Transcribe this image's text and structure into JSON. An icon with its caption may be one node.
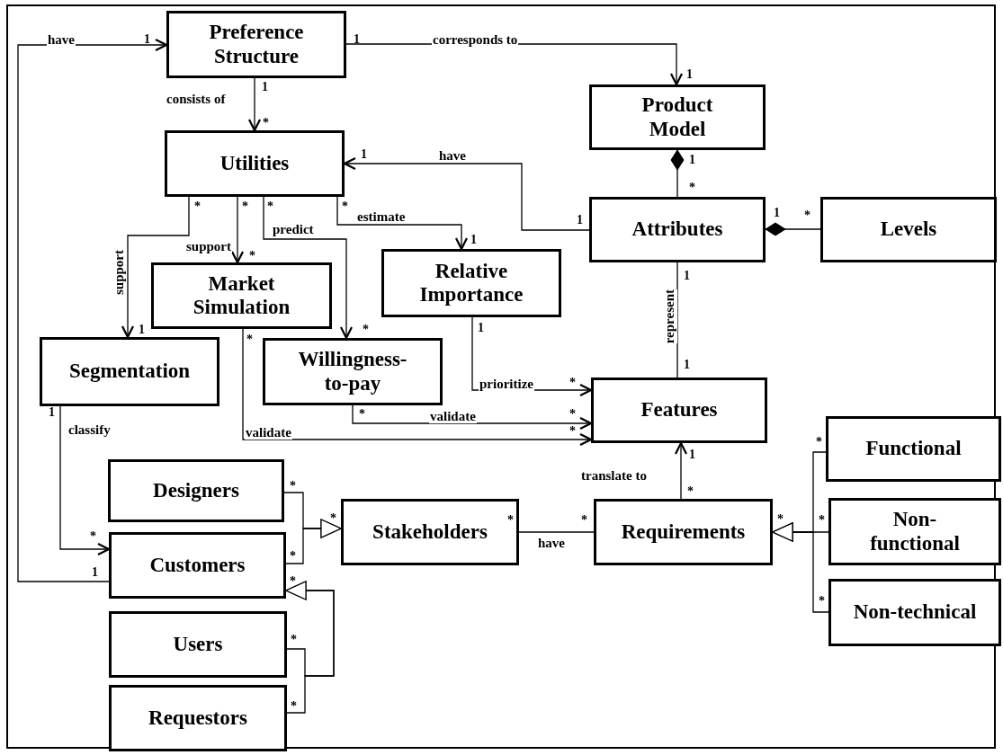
{
  "diagram": {
    "nodes": [
      {
        "text": [
          "Preference Structure"
        ]
      },
      {
        "text": [
          "Product Model"
        ]
      },
      {
        "text": [
          "Utilities"
        ]
      },
      {
        "text": [
          "Attributes"
        ]
      },
      {
        "text": [
          "Levels"
        ]
      },
      {
        "text": [
          "Relative Importance"
        ]
      },
      {
        "text": [
          "Market Simulation"
        ]
      },
      {
        "text": [
          "Segmentation"
        ]
      },
      {
        "text": [
          "Willingness-to-pay"
        ]
      },
      {
        "text": [
          "Features"
        ]
      },
      {
        "text": [
          "Functional"
        ]
      },
      {
        "text": [
          "Designers"
        ]
      },
      {
        "text": [
          "Stakeholders"
        ]
      },
      {
        "text": [
          "Requirements"
        ]
      },
      {
        "text": [
          "Non-functional"
        ]
      },
      {
        "text": [
          "Customers"
        ]
      },
      {
        "text": [
          "Non-technical"
        ]
      },
      {
        "text": [
          "Users"
        ]
      },
      {
        "text": [
          "Requestors"
        ]
      }
    ],
    "edges": [
      {
        "from": 15,
        "to": 0,
        "arrow": "to",
        "label": "have"
      },
      {
        "from": 0,
        "to": 1,
        "arrow": "to",
        "label": "corresponds to"
      },
      {
        "from": 0,
        "to": 2,
        "arrow": "to",
        "label": "consists of"
      },
      {
        "from": 3,
        "to": 2,
        "arrow": "to",
        "label": "have"
      },
      {
        "from": 3,
        "to": 1,
        "arrow": "other"
      },
      {
        "from": 4,
        "to": 3,
        "arrow": "other"
      },
      {
        "from": 2,
        "to": 7,
        "arrow": "to",
        "label": "support"
      },
      {
        "from": 2,
        "to": 6,
        "arrow": "to",
        "label": "support"
      },
      {
        "from": 2,
        "to": 8,
        "arrow": "to",
        "label": "predict"
      },
      {
        "from": 2,
        "to": 5,
        "arrow": "to",
        "label": "estimate"
      },
      {
        "from": 3,
        "to": 9,
        "arrow": "none",
        "label": "represent"
      },
      {
        "from": 5,
        "to": 9,
        "arrow": "to",
        "label": "prioritize"
      },
      {
        "from": 8,
        "to": 9,
        "arrow": "to",
        "label": "validate"
      },
      {
        "from": 6,
        "to": 9,
        "arrow": "to",
        "label": "validate"
      },
      {
        "from": 7,
        "to": 15,
        "arrow": "to",
        "label": "classify"
      },
      {
        "from": 13,
        "to": 9,
        "arrow": "to",
        "label": "translate to"
      },
      {
        "from": 12,
        "to": 13,
        "arrow": "none",
        "label": "have"
      },
      {
        "from": 11,
        "to": 12,
        "arrow": "to"
      },
      {
        "from": 15,
        "to": 12,
        "arrow": "to"
      },
      {
        "from": 17,
        "to": 15,
        "arrow": "to"
      },
      {
        "from": 18,
        "to": 15,
        "arrow": "to"
      },
      {
        "from": 10,
        "to": 13,
        "arrow": "to"
      },
      {
        "from": 14,
        "to": 13,
        "arrow": "to"
      },
      {
        "from": 16,
        "to": 13,
        "arrow": "to"
      }
    ],
    "labels": [
      "1",
      "1",
      "1",
      "1",
      "*",
      "1",
      "1",
      "*",
      "*",
      "*",
      "*",
      "*",
      "1",
      "1",
      "1",
      "*",
      "*",
      "1",
      "1",
      "*",
      "*",
      "1",
      "1",
      "*",
      "*",
      "*",
      "*",
      "1",
      "1",
      "*",
      "*",
      "*",
      "*",
      "*",
      "*",
      "*",
      "*",
      "*",
      "*",
      "1",
      "*",
      "*",
      "*",
      "*"
    ]
  }
}
